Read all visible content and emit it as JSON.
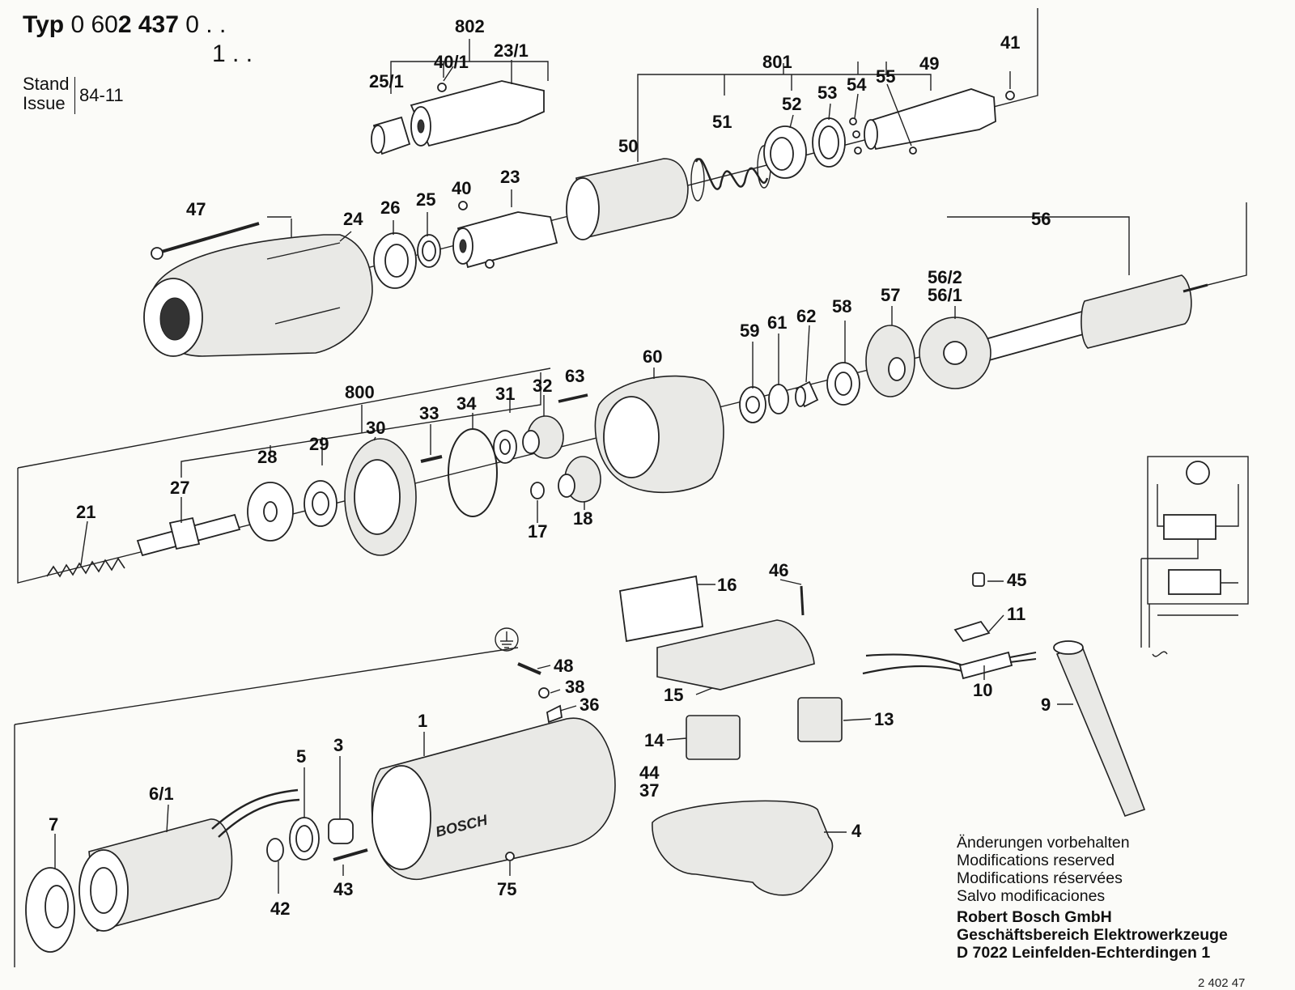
{
  "header": {
    "typ_word": "Typ",
    "typ_prefix": "0 60",
    "typ_bold": "2 437",
    "typ_suffix": "0 . .",
    "typ_line2": "1 . .",
    "stand_label_de": "Stand",
    "stand_label_en": "Issue",
    "stand_value": "84-11"
  },
  "notes": {
    "lines": [
      "Änderungen vorbehalten",
      "Modifications reserved",
      "Modifications réservées",
      "Salvo modificaciones"
    ]
  },
  "company": {
    "lines": [
      "Robert Bosch GmbH",
      "Geschäftsbereich Elektrowerkzeuge",
      "D 7022 Leinfelden-Echterdingen 1"
    ]
  },
  "drawing_number": "2 402 47",
  "brand": "BOSCH",
  "part_labels": [
    {
      "id": "802",
      "text": "802"
    },
    {
      "id": "23-1",
      "text": "23/1"
    },
    {
      "id": "40-1",
      "text": "40/1"
    },
    {
      "id": "25-1",
      "text": "25/1"
    },
    {
      "id": "801",
      "text": "801"
    },
    {
      "id": "41",
      "text": "41"
    },
    {
      "id": "49",
      "text": "49"
    },
    {
      "id": "55",
      "text": "55"
    },
    {
      "id": "54",
      "text": "54"
    },
    {
      "id": "53",
      "text": "53"
    },
    {
      "id": "52",
      "text": "52"
    },
    {
      "id": "51",
      "text": "51"
    },
    {
      "id": "50",
      "text": "50"
    },
    {
      "id": "23",
      "text": "23"
    },
    {
      "id": "40",
      "text": "40"
    },
    {
      "id": "25",
      "text": "25"
    },
    {
      "id": "26",
      "text": "26"
    },
    {
      "id": "24",
      "text": "24"
    },
    {
      "id": "47",
      "text": "47"
    },
    {
      "id": "56",
      "text": "56"
    },
    {
      "id": "56-2",
      "text": "56/2"
    },
    {
      "id": "56-1",
      "text": "56/1"
    },
    {
      "id": "57",
      "text": "57"
    },
    {
      "id": "58",
      "text": "58"
    },
    {
      "id": "62",
      "text": "62"
    },
    {
      "id": "61",
      "text": "61"
    },
    {
      "id": "59",
      "text": "59"
    },
    {
      "id": "60",
      "text": "60"
    },
    {
      "id": "63",
      "text": "63"
    },
    {
      "id": "32",
      "text": "32"
    },
    {
      "id": "31",
      "text": "31"
    },
    {
      "id": "34",
      "text": "34"
    },
    {
      "id": "33",
      "text": "33"
    },
    {
      "id": "800",
      "text": "800"
    },
    {
      "id": "30",
      "text": "30"
    },
    {
      "id": "29",
      "text": "29"
    },
    {
      "id": "28",
      "text": "28"
    },
    {
      "id": "27",
      "text": "27"
    },
    {
      "id": "21",
      "text": "21"
    },
    {
      "id": "17",
      "text": "17"
    },
    {
      "id": "18",
      "text": "18"
    },
    {
      "id": "16",
      "text": "16"
    },
    {
      "id": "46",
      "text": "46"
    },
    {
      "id": "45",
      "text": "45"
    },
    {
      "id": "11",
      "text": "11"
    },
    {
      "id": "10",
      "text": "10"
    },
    {
      "id": "9",
      "text": "9"
    },
    {
      "id": "15",
      "text": "15"
    },
    {
      "id": "13",
      "text": "13"
    },
    {
      "id": "14",
      "text": "14"
    },
    {
      "id": "44",
      "text": "44"
    },
    {
      "id": "37",
      "text": "37"
    },
    {
      "id": "4",
      "text": "4"
    },
    {
      "id": "48",
      "text": "48"
    },
    {
      "id": "38",
      "text": "38"
    },
    {
      "id": "36",
      "text": "36"
    },
    {
      "id": "1",
      "text": "1"
    },
    {
      "id": "75",
      "text": "75"
    },
    {
      "id": "3",
      "text": "3"
    },
    {
      "id": "5",
      "text": "5"
    },
    {
      "id": "6-1",
      "text": "6/1"
    },
    {
      "id": "7",
      "text": "7"
    },
    {
      "id": "42",
      "text": "42"
    },
    {
      "id": "43",
      "text": "43"
    }
  ]
}
